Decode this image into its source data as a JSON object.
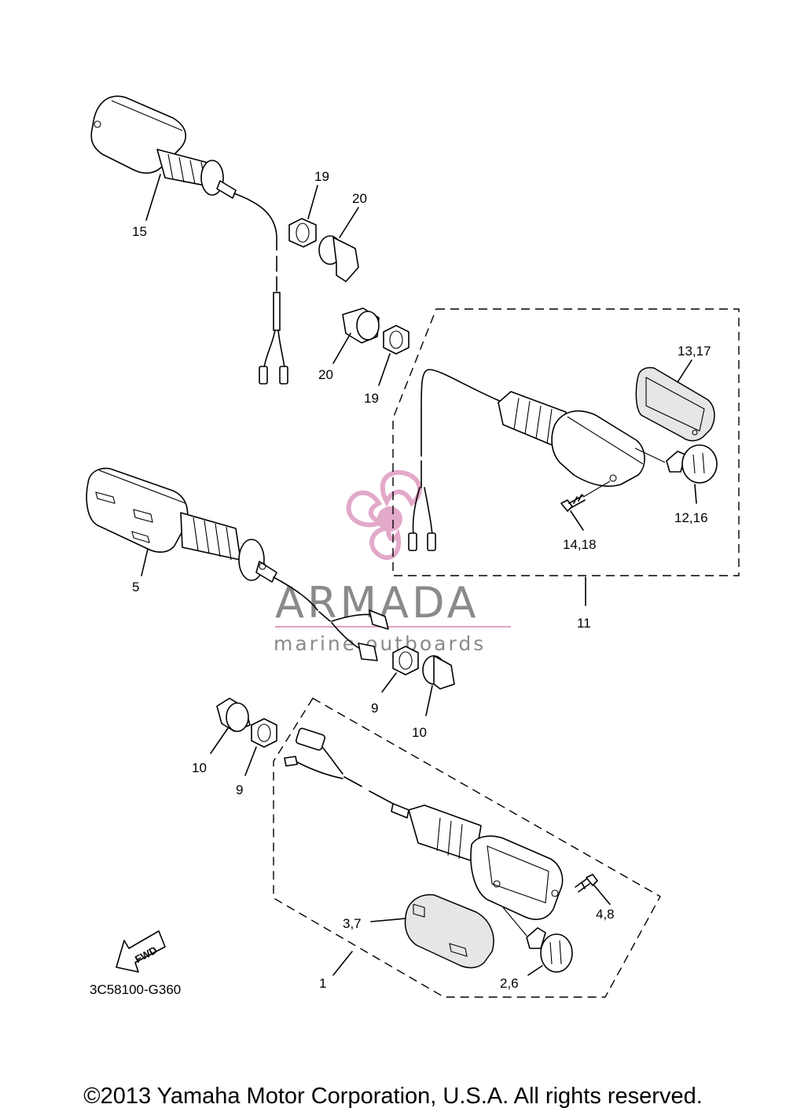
{
  "diagram_code": "3C58100-G360",
  "fwd_label": "FWD",
  "copyright": "©2013 Yamaha Motor Corporation, U.S.A. All rights reserved.",
  "watermark": {
    "brand": "ARMADA",
    "tagline": "marine outboards",
    "color": "#e0a0c4"
  },
  "callouts": {
    "c1": "1",
    "c2_6": "2,6",
    "c3_7": "3,7",
    "c4_8": "4,8",
    "c5": "5",
    "c9_lower": "9",
    "c9_center": "9",
    "c10_lower": "10",
    "c10_center": "10",
    "c11": "11",
    "c12_16": "12,16",
    "c13_17": "13,17",
    "c14_18": "14,18",
    "c15": "15",
    "c19_top": "19",
    "c19_mid": "19",
    "c20_top": "20",
    "c20_mid": "20"
  }
}
